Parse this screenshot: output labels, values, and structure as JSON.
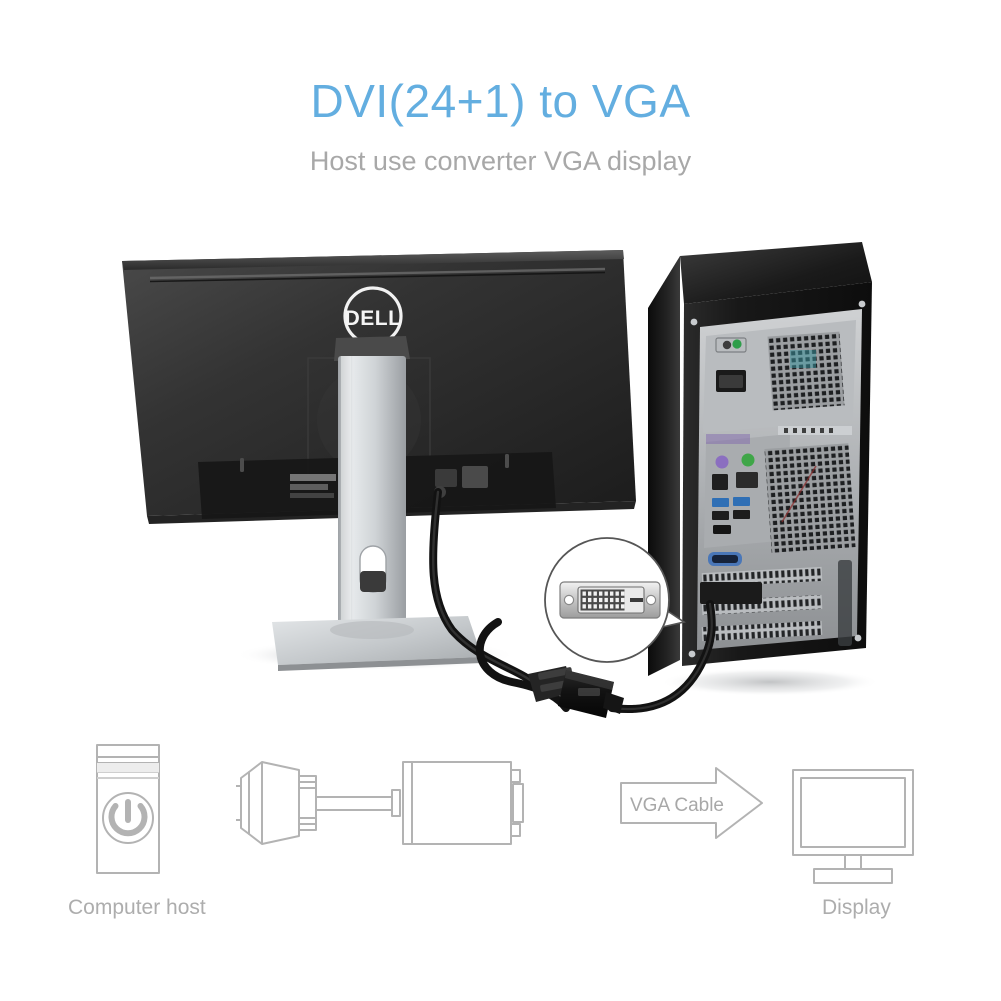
{
  "heading": {
    "title": "DVI(24+1) to VGA",
    "subtitle": "Host use converter VGA display",
    "title_color": "#63aee0",
    "subtitle_color": "#a8a8a8"
  },
  "photo": {
    "monitor": {
      "name": "Dell monitor rear view",
      "brand_logo": "DELL",
      "body_color": "#2e2e2e",
      "stand_color": "#c9ccce"
    },
    "tower": {
      "name": "Desktop PC tower rear view",
      "case_color": "#1b1b1b",
      "panel_color": "#b5b7b9",
      "ports": [
        {
          "label": "ps2-keyboard",
          "color": "#8b6fc0"
        },
        {
          "label": "ps2-mouse",
          "color": "#3fa648"
        },
        {
          "label": "usb3-port",
          "color": "#2f6fb5"
        },
        {
          "label": "vga-port",
          "color": "#4a77b8"
        },
        {
          "label": "audio-mic",
          "color": "#e06b9c"
        },
        {
          "label": "audio-line-out",
          "color": "#63c463"
        },
        {
          "label": "audio-line-in",
          "color": "#5b9fd8"
        },
        {
          "label": "power-switch-green",
          "color": "#2e9e4a"
        }
      ]
    },
    "callout": {
      "name": "DVI 24+1 connector magnifier",
      "connector_type": "DVI-D Dual Link (24+1)",
      "pin_rows": 3,
      "pins_per_row": 8,
      "blade_pin": true,
      "circle_color": "#ffffff",
      "outline_color": "#565656"
    },
    "adapter": {
      "name": "DVI to VGA converter dongle",
      "color": "#141414"
    },
    "cable_color": "#121212"
  },
  "lineart": {
    "stroke_color": "#b3b3b3",
    "label_color": "#adadad",
    "items": [
      {
        "id": "computer-host",
        "label": "Computer host",
        "icon": "tower-icon"
      },
      {
        "id": "vga-connector",
        "label": "",
        "icon": "vga-connector-icon"
      },
      {
        "id": "converter-box",
        "label": "",
        "icon": "converter-box-icon"
      },
      {
        "id": "vga-cable-arrow",
        "label": "VGA Cable",
        "icon": "arrow-right-icon"
      },
      {
        "id": "display",
        "label": "Display",
        "icon": "monitor-icon"
      }
    ],
    "arrow_label": "VGA Cable",
    "host_label": "Computer host",
    "display_label": "Display"
  }
}
